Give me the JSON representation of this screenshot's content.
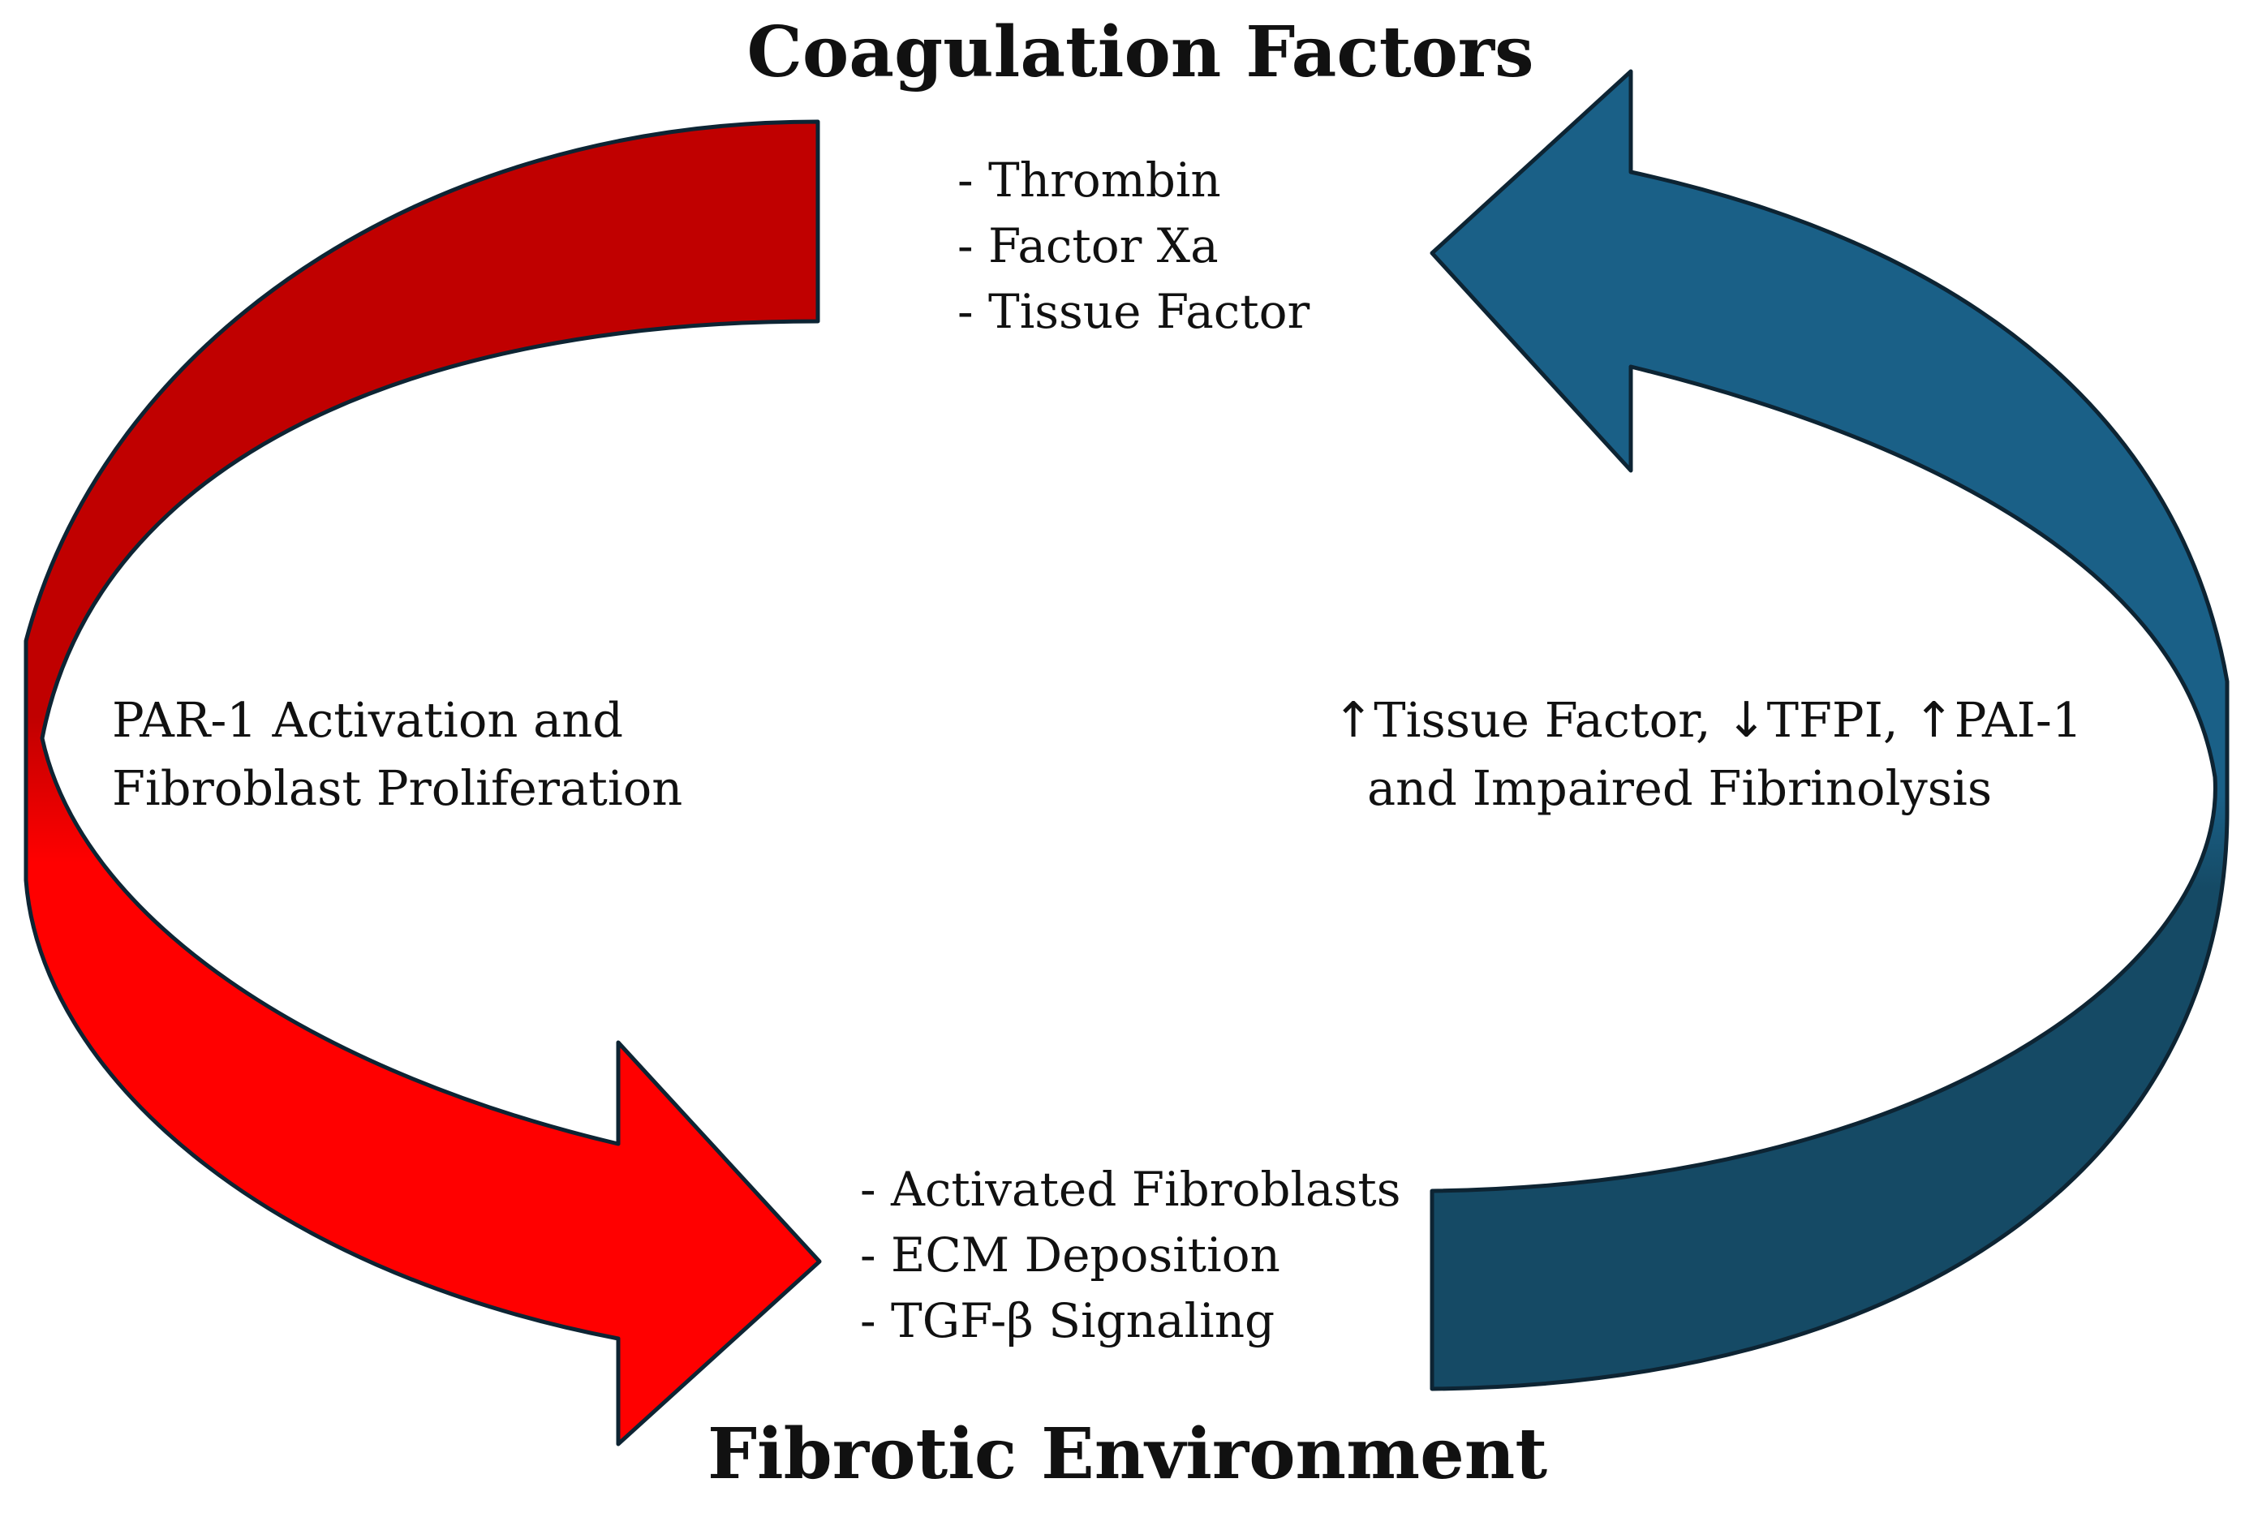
{
  "title_top": "Coagulation Factors",
  "title_bottom": "Fibrotic Environment",
  "coagulation_list": [
    "- Thrombin",
    "- Factor Xa",
    "- Tissue Factor"
  ],
  "fibrotic_list": [
    "- Activated Fibroblasts",
    "- ECM Deposition",
    "- TGF-β Signaling"
  ],
  "left_pathway": {
    "line1": "PAR-1 Activation and",
    "line2": "Fibroblast Proliferation"
  },
  "right_pathway": {
    "up_glyph": "↑",
    "down_glyph": "↓",
    "seg1": "Tissue Factor, ",
    "seg2": "TFPI, ",
    "seg3": "PAI-1",
    "line2": "and Impaired Fibrinolysis"
  },
  "colors": {
    "red_dark": "#c00000",
    "red_bright": "#ff0000",
    "blue_light": "#1a6087",
    "blue_dark": "#154a65",
    "outline": "#0d2433"
  },
  "icons": {
    "left_arrow": "curved-arrow-down-right-icon",
    "right_arrow": "curved-arrow-up-left-icon"
  }
}
